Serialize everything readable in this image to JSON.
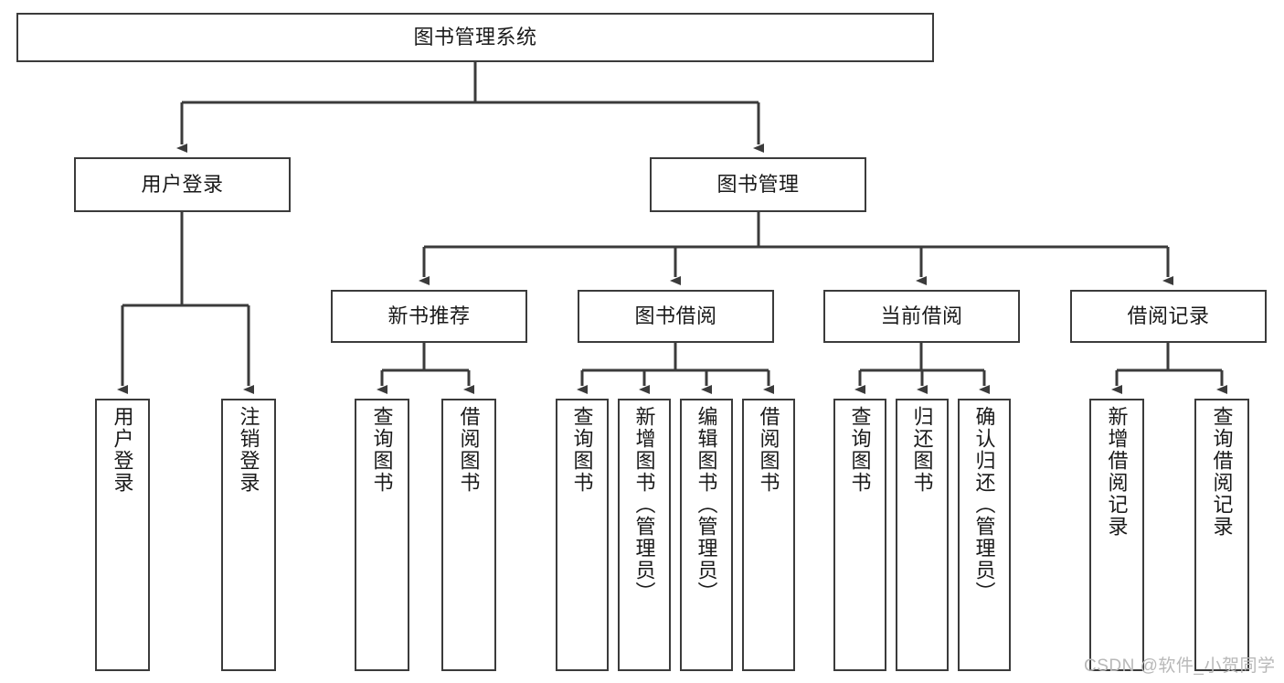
{
  "diagram": {
    "title": "图书管理系统",
    "type": "hierarchy-tree",
    "levels": 4,
    "root": {
      "id": "root",
      "label": "图书管理系统"
    },
    "level2": [
      {
        "id": "user-login",
        "label": "用户登录"
      },
      {
        "id": "book-management",
        "label": "图书管理"
      }
    ],
    "level3": [
      {
        "id": "new-book-recommend",
        "label": "新书推荐",
        "parent": "book-management"
      },
      {
        "id": "book-borrow",
        "label": "图书借阅",
        "parent": "book-management"
      },
      {
        "id": "current-borrow",
        "label": "当前借阅",
        "parent": "book-management"
      },
      {
        "id": "borrow-record",
        "label": "借阅记录",
        "parent": "book-management"
      }
    ],
    "leaves": {
      "user-login": [
        {
          "id": "leaf-user-login",
          "label": "用户登录"
        },
        {
          "id": "leaf-user-logout",
          "label": "注销登录"
        }
      ],
      "new-book-recommend": [
        {
          "id": "leaf-query-book-1",
          "label": "查询图书"
        },
        {
          "id": "leaf-borrow-book-1",
          "label": "借阅图书"
        }
      ],
      "book-borrow": [
        {
          "id": "leaf-query-book-2",
          "label": "查询图书"
        },
        {
          "id": "leaf-add-book-admin",
          "label": "新增图书（管理员）"
        },
        {
          "id": "leaf-edit-book-admin",
          "label": "编辑图书（管理员）"
        },
        {
          "id": "leaf-borrow-book-2",
          "label": "借阅图书"
        }
      ],
      "current-borrow": [
        {
          "id": "leaf-query-book-3",
          "label": "查询图书"
        },
        {
          "id": "leaf-return-book",
          "label": "归还图书"
        },
        {
          "id": "leaf-confirm-return-admin",
          "label": "确认归还（管理员）"
        }
      ],
      "borrow-record": [
        {
          "id": "leaf-add-borrow-record",
          "label": "新增借阅记录"
        },
        {
          "id": "leaf-query-borrow-record",
          "label": "查询借阅记录"
        }
      ]
    },
    "watermark": "CSDN @软件_小贺同学",
    "colors": {
      "stroke": "#3b3b3b",
      "fill": "#ffffff",
      "text": "#1a1a1a",
      "watermark": "#b8b8b8"
    }
  }
}
